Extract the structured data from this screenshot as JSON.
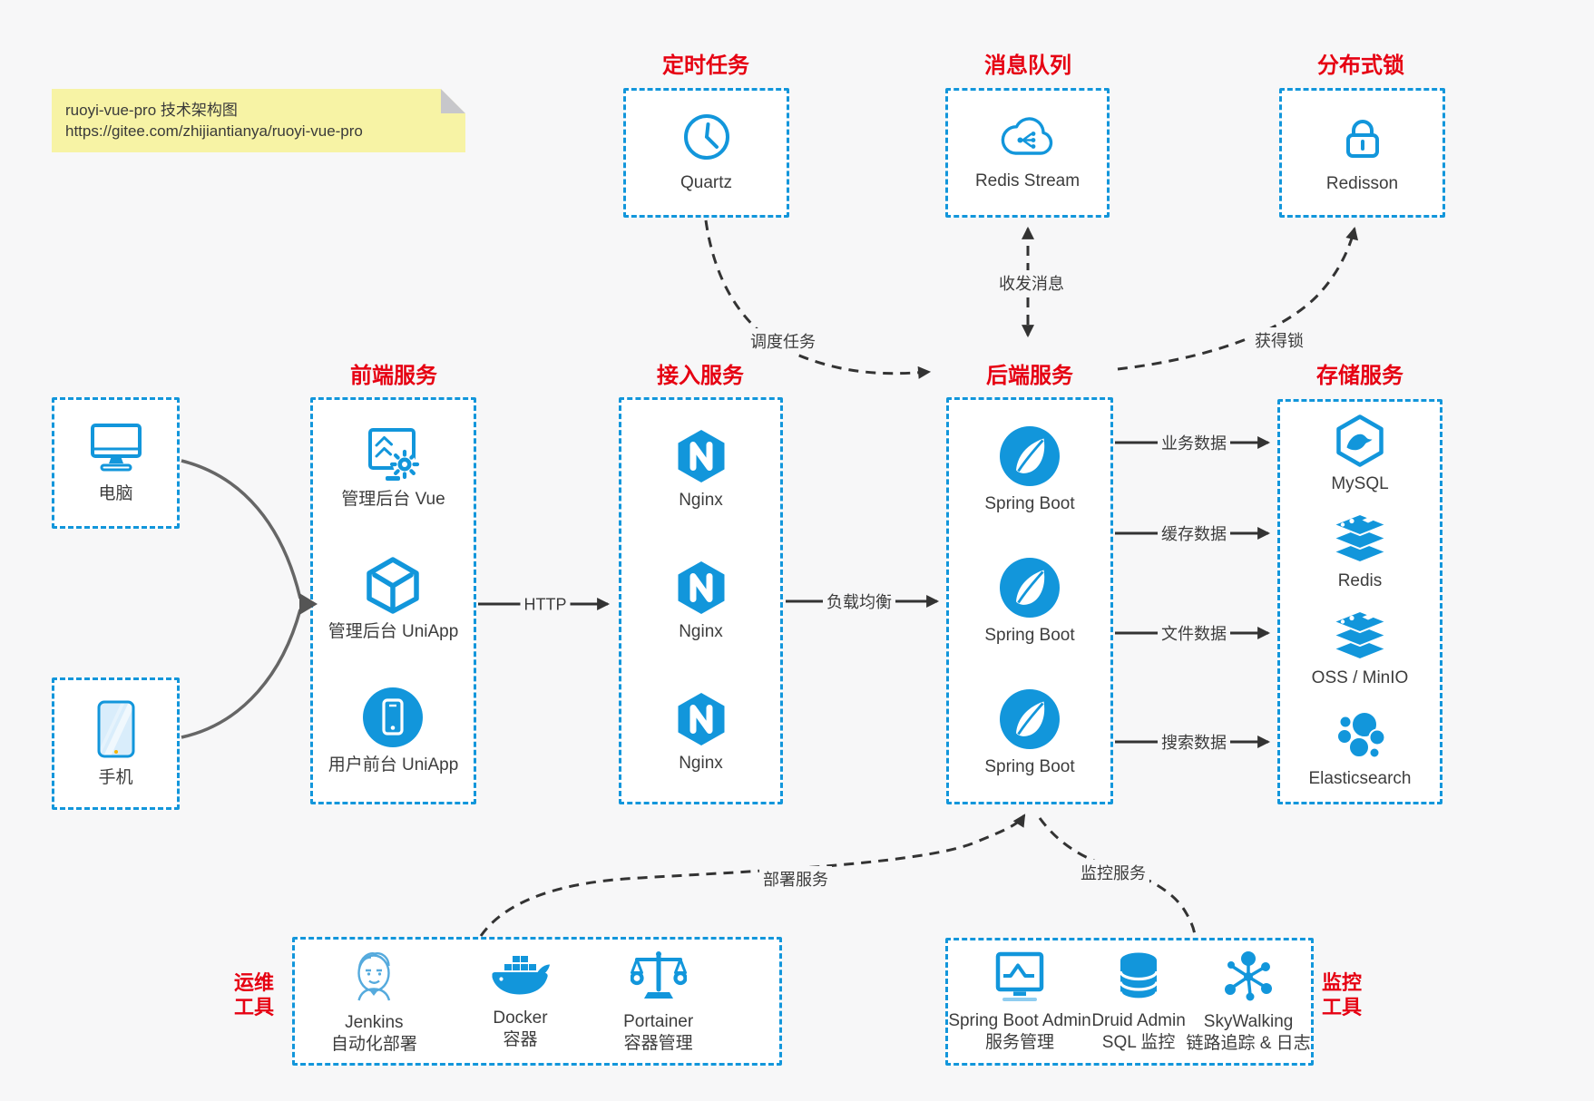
{
  "note": {
    "line1": "ruoyi-vue-pro 技术架构图",
    "line2": "https://gitee.com/zhijiantianya/ruoyi-vue-pro"
  },
  "sections": {
    "scheduled": {
      "title": "定时任务",
      "item": {
        "label": "Quartz"
      }
    },
    "mq": {
      "title": "消息队列",
      "item": {
        "label": "Redis Stream"
      }
    },
    "lock": {
      "title": "分布式锁",
      "item": {
        "label": "Redisson"
      }
    },
    "clients": [
      {
        "label": "电脑"
      },
      {
        "label": "手机"
      }
    ],
    "frontend": {
      "title": "前端服务",
      "items": [
        {
          "label": "管理后台 Vue"
        },
        {
          "label": "管理后台 UniApp"
        },
        {
          "label": "用户前台 UniApp"
        }
      ]
    },
    "gateway": {
      "title": "接入服务",
      "items": [
        {
          "label": "Nginx"
        },
        {
          "label": "Nginx"
        },
        {
          "label": "Nginx"
        }
      ]
    },
    "backend": {
      "title": "后端服务",
      "items": [
        {
          "label": "Spring Boot"
        },
        {
          "label": "Spring Boot"
        },
        {
          "label": "Spring Boot"
        }
      ]
    },
    "storage": {
      "title": "存储服务",
      "items": [
        {
          "label": "MySQL"
        },
        {
          "label": "Redis"
        },
        {
          "label": "OSS / MinIO"
        },
        {
          "label": "Elasticsearch"
        }
      ]
    },
    "ops": {
      "side_label": [
        "运维",
        "工具"
      ],
      "items": [
        {
          "label": "Jenkins",
          "sublabel": "自动化部署"
        },
        {
          "label": "Docker",
          "sublabel": "容器"
        },
        {
          "label": "Portainer",
          "sublabel": "容器管理"
        }
      ]
    },
    "monitoring": {
      "side_label": [
        "监控",
        "工具"
      ],
      "items": [
        {
          "label": "Spring Boot Admin",
          "sublabel": "服务管理"
        },
        {
          "label": "Druid Admin",
          "sublabel": "SQL 监控"
        },
        {
          "label": "SkyWalking",
          "sublabel": "链路追踪 & 日志"
        }
      ]
    }
  },
  "edges": {
    "http": "HTTP",
    "load_balance": "负载均衡",
    "business_data": "业务数据",
    "cache_data": "缓存数据",
    "file_data": "文件数据",
    "search_data": "搜索数据",
    "schedule_task": "调度任务",
    "send_receive_message": "收发消息",
    "acquire_lock": "获得锁",
    "deploy_service": "部署服务",
    "monitor_service": "监控服务"
  },
  "colors": {
    "blue": "#1296db",
    "red": "#e60012",
    "background": "#f7f7f8",
    "note_background": "#f7f3a5",
    "arrow_dark": "#333333",
    "client_curve": "#666666"
  }
}
